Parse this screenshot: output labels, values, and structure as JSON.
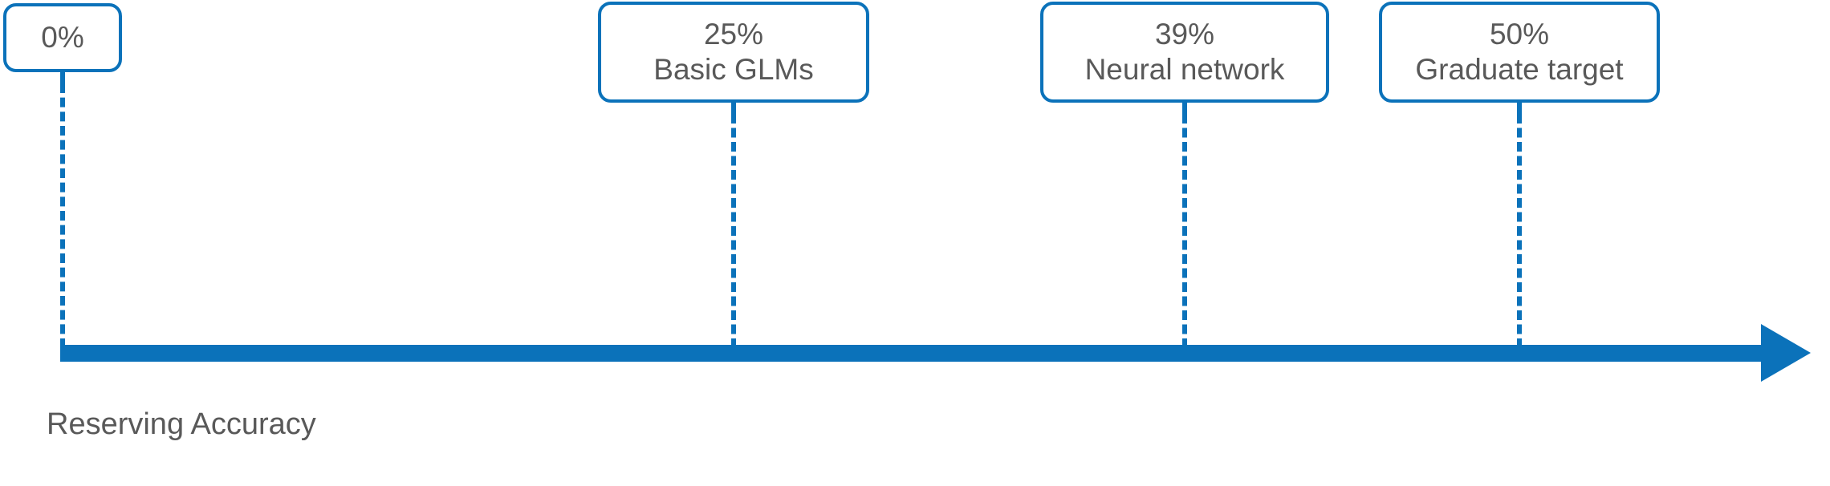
{
  "chart_data": {
    "type": "timeline",
    "title": "",
    "xlabel": "Reserving Accuracy",
    "ylabel": "",
    "grid": false,
    "legend": "none",
    "accent_color": "#0B72BA",
    "text_color": "#595959",
    "axis": {
      "caption": "Reserving Accuracy",
      "direction": "increasing-right",
      "arrow": "right-arrow-icon"
    },
    "milestones": [
      {
        "value": "0%",
        "label": "",
        "value_pct": 0,
        "two_line": false
      },
      {
        "value": "25%",
        "label": "Basic GLMs",
        "value_pct": 25,
        "two_line": true
      },
      {
        "value": "39%",
        "label": "Neural network",
        "value_pct": 39,
        "two_line": true
      },
      {
        "value": "50%",
        "label": "Graduate target",
        "value_pct": 50,
        "two_line": true
      }
    ]
  },
  "diagram": {
    "milestones": [
      {
        "value": "0%",
        "label": ""
      },
      {
        "value": "25%",
        "label": "Basic GLMs"
      },
      {
        "value": "39%",
        "label": "Neural network"
      },
      {
        "value": "50%",
        "label": "Graduate target"
      }
    ],
    "axis_caption": "Reserving Accuracy"
  }
}
